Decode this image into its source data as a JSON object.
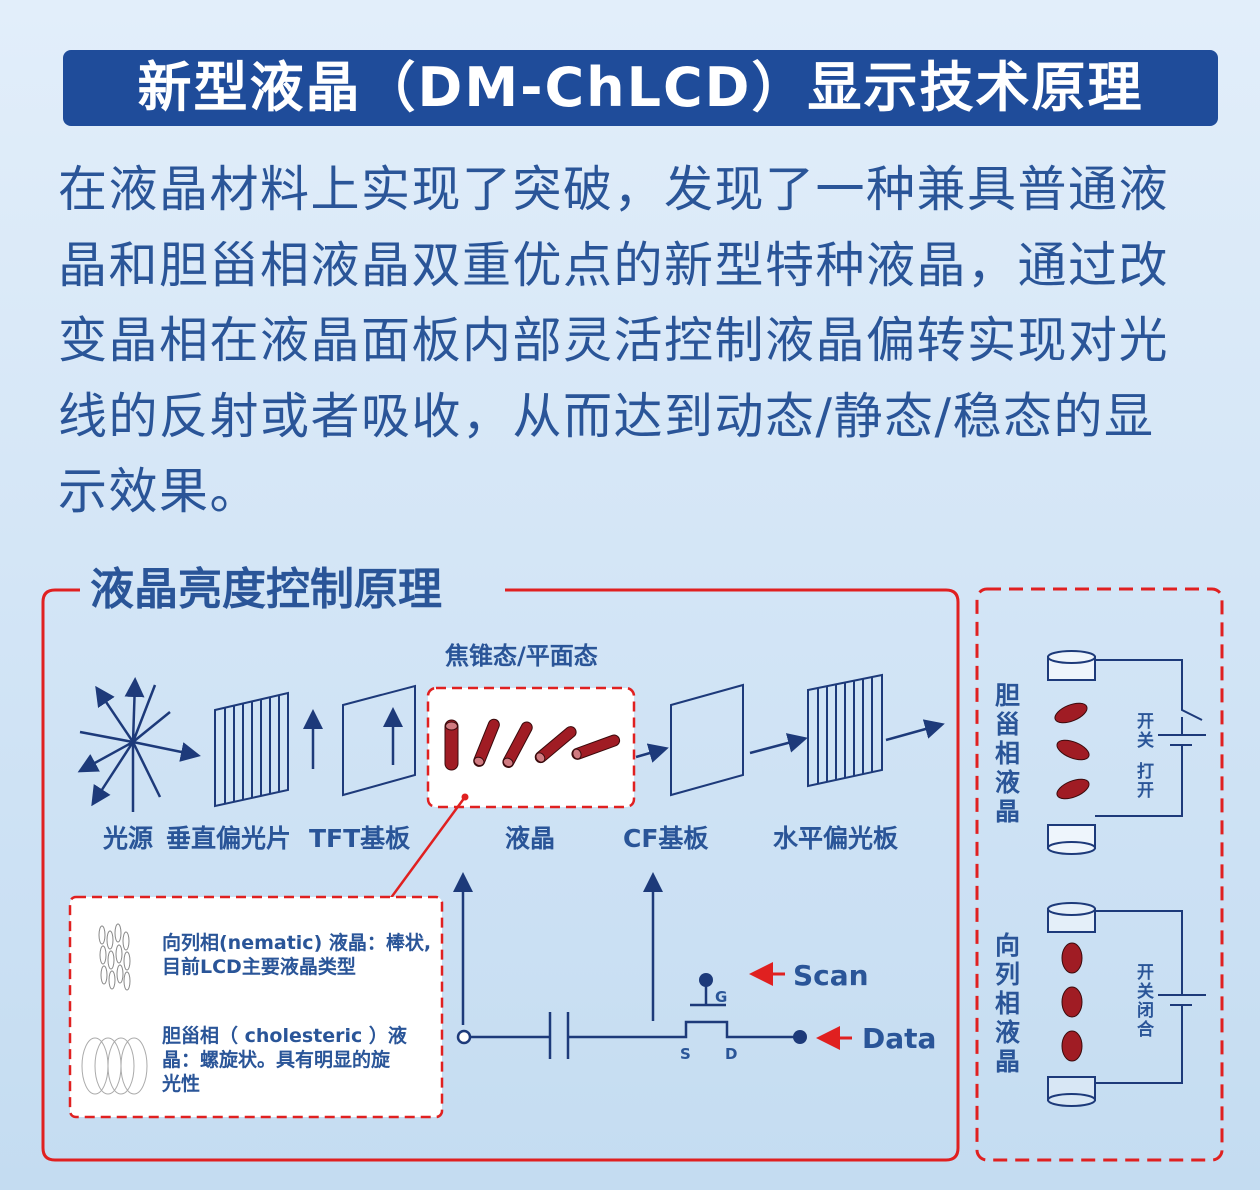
{
  "title": "新型液晶（DM-ChLCD）显示技术原理",
  "description_lines": [
    "在液晶材料上实现了突破，发现了一种兼具普通液",
    "晶和胆甾相液晶双重优点的新型特种液晶，通过改",
    "变晶相在液晶面板内部灵活控制液晶偏转实现对光",
    "线的反射或者吸收，从而达到动态/静态/稳态的显",
    "示效果。"
  ],
  "diagram": {
    "heading": "液晶亮度控制原理",
    "state_label": "焦锥态/平面态",
    "labels": {
      "light_source": "光源",
      "vertical_polarizer": "垂直偏光片",
      "tft_substrate": "TFT基板",
      "liquid_crystal": "液晶",
      "cf_substrate": "CF基板",
      "horizontal_polarizer": "水平偏光板"
    },
    "legend": {
      "nematic_line1": "向列相(nematic) 液晶：棒状,",
      "nematic_line2": "目前LCD主要液晶类型",
      "cholesteric_line1": "胆甾相（ cholesteric ）液",
      "cholesteric_line2": "晶：螺旋状。具有明显的旋",
      "cholesteric_line3": "光性"
    },
    "circuit": {
      "scan": "Scan",
      "data": "Data",
      "g": "G",
      "s": "S",
      "d": "D"
    },
    "colors": {
      "blue": "#1d3a7a",
      "red": "#e02020",
      "rod": "#a01c24"
    }
  },
  "side_panel": {
    "cholesteric": {
      "label": [
        "胆",
        "甾",
        "相",
        "液",
        "晶"
      ],
      "switch_label": [
        "开",
        "关"
      ],
      "switch_state": [
        "打",
        "开"
      ]
    },
    "nematic": {
      "label": [
        "向",
        "列",
        "相",
        "液",
        "晶"
      ],
      "switch_label": [
        "开",
        "关",
        "闭",
        "合"
      ]
    }
  }
}
